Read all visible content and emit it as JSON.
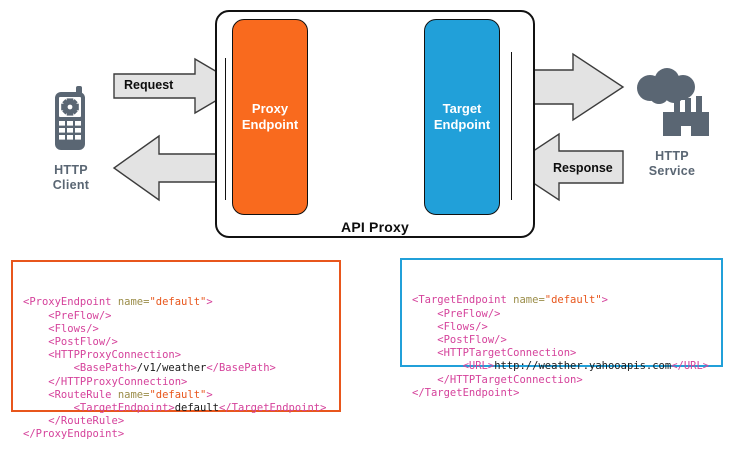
{
  "diagram": {
    "title": "API Proxy architecture",
    "container": {
      "label": "API Proxy"
    },
    "endpoints": [
      {
        "name": "proxy-endpoint",
        "line1": "Proxy",
        "line2": "Endpoint",
        "color": "#f96a1e"
      },
      {
        "name": "target-endpoint",
        "line1": "Target",
        "line2": "Endpoint",
        "color": "#21a0d9"
      }
    ],
    "nodes": [
      {
        "name": "http-client",
        "icon": "mobile-phone-gear-icon",
        "line1": "HTTP",
        "line2": "Client",
        "color": "#5a6673"
      },
      {
        "name": "http-service",
        "icon": "cloud-factory-icon",
        "line1": "HTTP",
        "line2": "Service",
        "color": "#5a6673"
      }
    ],
    "arrows": [
      {
        "name": "request-arrow",
        "label": "Request",
        "direction": "right"
      },
      {
        "name": "client-inbound-arrow",
        "label": "",
        "direction": "left"
      },
      {
        "name": "proxy-to-target-arrow",
        "label": "",
        "direction": "right"
      },
      {
        "name": "target-to-proxy-arrow",
        "label": "",
        "direction": "left"
      },
      {
        "name": "target-outbound-arrow",
        "label": "",
        "direction": "right"
      },
      {
        "name": "response-arrow",
        "label": "Response",
        "direction": "left"
      }
    ],
    "arrow_fill": "#e3e3e3",
    "arrow_stroke": "#3c3c3c"
  },
  "code_blocks": {
    "proxy": {
      "title": "ProxyEndpoint configuration",
      "border_color": "#e8561c",
      "lines": [
        [
          {
            "t": "<ProxyEndpoint ",
            "c": "tag"
          },
          {
            "t": "name=",
            "c": "attr"
          },
          {
            "t": "\"default\"",
            "c": "val"
          },
          {
            "t": ">",
            "c": "tag"
          }
        ],
        [
          {
            "t": "    <PreFlow/>",
            "c": "tag"
          }
        ],
        [
          {
            "t": "    <Flows/>",
            "c": "tag"
          }
        ],
        [
          {
            "t": "    <PostFlow/>",
            "c": "tag"
          }
        ],
        [
          {
            "t": "    <HTTPProxyConnection>",
            "c": "tag"
          }
        ],
        [
          {
            "t": "        <BasePath>",
            "c": "tag"
          },
          {
            "t": "/v1/weather",
            "c": "txt"
          },
          {
            "t": "</BasePath>",
            "c": "tag"
          }
        ],
        [
          {
            "t": "    </HTTPProxyConnection>",
            "c": "tag"
          }
        ],
        [
          {
            "t": "    <RouteRule ",
            "c": "tag"
          },
          {
            "t": "name=",
            "c": "attr"
          },
          {
            "t": "\"default\"",
            "c": "val"
          },
          {
            "t": ">",
            "c": "tag"
          }
        ],
        [
          {
            "t": "        <TargetEndpoint>",
            "c": "tag"
          },
          {
            "t": "default",
            "c": "txt"
          },
          {
            "t": "</TargetEndpoint>",
            "c": "tag"
          }
        ],
        [
          {
            "t": "    </RouteRule>",
            "c": "tag"
          }
        ],
        [
          {
            "t": "</ProxyEndpoint>",
            "c": "tag"
          }
        ]
      ]
    },
    "target": {
      "title": "TargetEndpoint configuration",
      "border_color": "#21a0d9",
      "lines": [
        [
          {
            "t": "<TargetEndpoint ",
            "c": "tag"
          },
          {
            "t": "name=",
            "c": "attr"
          },
          {
            "t": "\"default\"",
            "c": "val"
          },
          {
            "t": ">",
            "c": "tag"
          }
        ],
        [
          {
            "t": "    <PreFlow/>",
            "c": "tag"
          }
        ],
        [
          {
            "t": "    <Flows/>",
            "c": "tag"
          }
        ],
        [
          {
            "t": "    <PostFlow/>",
            "c": "tag"
          }
        ],
        [
          {
            "t": "    <HTTPTargetConnection>",
            "c": "tag"
          }
        ],
        [
          {
            "t": "        <URL>",
            "c": "tag"
          },
          {
            "t": "http://weather.yahooapis.com",
            "c": "txt"
          },
          {
            "t": "</URL>",
            "c": "tag"
          }
        ],
        [
          {
            "t": "    </HTTPTargetConnection>",
            "c": "tag"
          }
        ],
        [
          {
            "t": "</TargetEndpoint>",
            "c": "tag"
          }
        ]
      ]
    }
  }
}
